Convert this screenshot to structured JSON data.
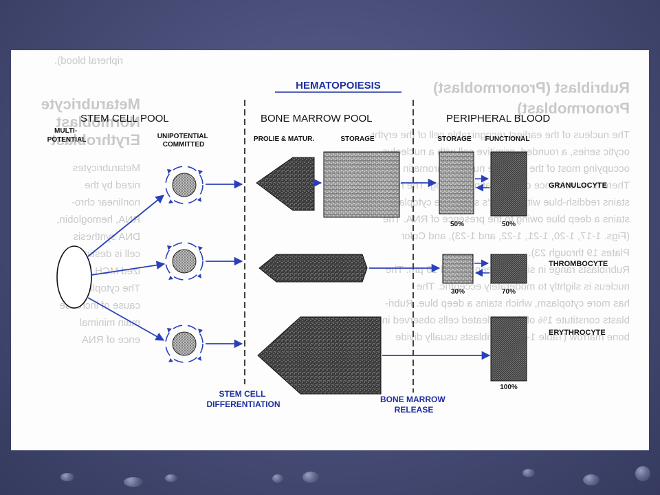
{
  "slide": {
    "title": "HEMATOPOIESIS",
    "sections": {
      "stem_cell_pool": "STEM CELL POOL",
      "bone_marrow_pool": "BONE MARROW POOL",
      "peripheral_blood": "PERIPHERAL BLOOD"
    },
    "stem": {
      "multipotential_line1": "MULTI-",
      "multipotential_line2": "POTENTIAL",
      "unipotential_line1": "UNIPOTENTIAL",
      "unipotential_line2": "COMMITTED"
    },
    "marrow": {
      "prolif_label": "PROLIE & MATUR.",
      "storage_label": "STORAGE"
    },
    "blood": {
      "storage_label": "STORAGE",
      "functional_label": "FUNCTIONAL"
    },
    "cell_lines": [
      {
        "name": "GRANULOCYTE",
        "storage_pct": "50%",
        "functional_pct": "50%"
      },
      {
        "name": "THROMBOCYTE",
        "storage_pct": "30%",
        "functional_pct": "70%"
      },
      {
        "name": "ERYTHROCYTE",
        "functional_pct": "100%"
      }
    ],
    "bottom": {
      "stem_diff_line1": "STEM CELL",
      "stem_diff_line2": "DIFFERENTIATION",
      "marrow_release_line1": "BONE MARROW",
      "marrow_release_line2": "RELEASE"
    }
  },
  "colors": {
    "background": "#474c76",
    "arrow": "#2a40b8",
    "label_blue": "#1d2fa0",
    "text": "#111111",
    "ghost_text": "#c9c9c9"
  },
  "ghost_text": {
    "lines": [
      "ripheral blood).",
      "Rubriblast (Pronormoblast)",
      "Pronormoblast)",
      "The nucleus of the earliest recognizable cell of the erythr-",
      "ocytic series, a rounded, primitive cell with a nucleolus",
      "occupying most of the cell. The nuclear chromatin is fine.",
      "There is no evidence of chromatin clumping. The nucleus",
      "stains reddish-blue with Wright's stain. The cytoplasm",
      "stains a deep blue owing to the presence of RNA. The",
      "(Figs. 1-17, 1-20, 1-21, 1-22, and 1-23), and Color",
      "Plates 19 through 23).",
      "Rubriblasts range in size between 12 and 19 µm. The",
      "nucleus is slightly to moderately eccentric. The",
      "has more cytoplasm, which stains a deep blue. Rubri-",
      "blasts constitute 1% of the nucleated cells observed in normal",
      "bone marrow (Table 1-2). Rubriblasts usually divide",
      "Metarubricyte",
      "Normoblast",
      "Erythroblast",
      "Metarubricytes",
      "nized by the",
      "nonlinear chro-",
      "RNA, hemoglobin,",
      "DNA synthesis",
      "cell is destined",
      "ized MCH. The",
      "The cytoplasm",
      "cause of increase",
      "main minimal",
      "ence of RNA"
    ]
  }
}
